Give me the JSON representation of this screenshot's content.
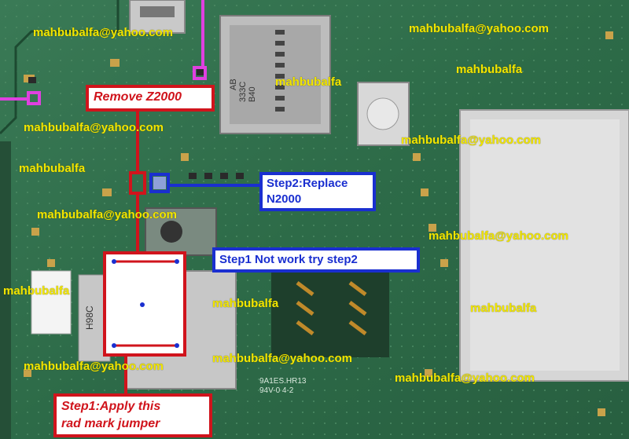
{
  "watermarks": {
    "email": "mahbubalfa@yahoo.com",
    "name": "mahbubalfa"
  },
  "callouts": {
    "remove": "Remove Z2000",
    "step2_line1": "Step2:Replace",
    "step2_line2": "N2000",
    "step1_try": "Step1 Not work try step2",
    "step1_apply_line1": "Step1:Apply this",
    "step1_apply_line2": "rad mark jumper"
  },
  "board_text": {
    "emmc_code_1": "AB",
    "emmc_code_2": "333C",
    "emmc_code_3": "B40",
    "silkscreen_1": "9A1ES.HR13",
    "silkscreen_2": "94V-0   4-2",
    "chip_label": "H98C"
  },
  "colors": {
    "pcb_green": "#2e6b4a",
    "watermark_yellow": "#f2e600",
    "callout_red": "#d0141c",
    "callout_blue": "#1a2fd0",
    "marker_magenta": "#e040e0"
  }
}
